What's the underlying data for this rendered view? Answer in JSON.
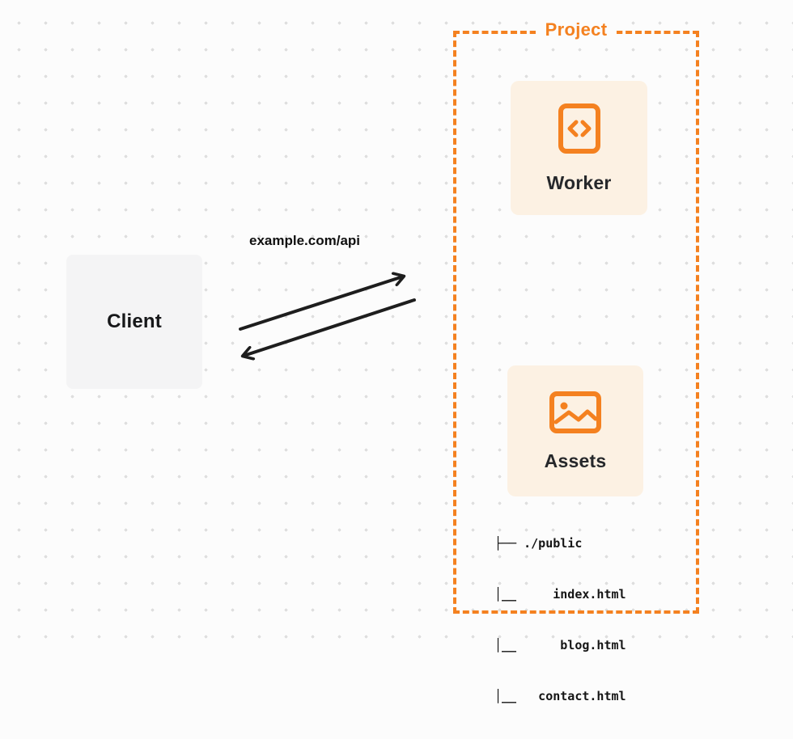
{
  "colors": {
    "accent": "#F48120",
    "card_bg": "#FCF1E3",
    "client_bg": "#F4F4F5",
    "arrow": "#1E1E1E",
    "page_bg": "#FCFCFC"
  },
  "client": {
    "label": "Client"
  },
  "request": {
    "label": "example.com/api"
  },
  "project": {
    "label": "Project",
    "worker": {
      "label": "Worker",
      "icon": "code-icon"
    },
    "assets": {
      "label": "Assets",
      "icon": "image-icon",
      "file_tree": [
        "├── ./public",
        "│__     index.html",
        "│__      blog.html",
        "│__   contact.html"
      ]
    }
  }
}
